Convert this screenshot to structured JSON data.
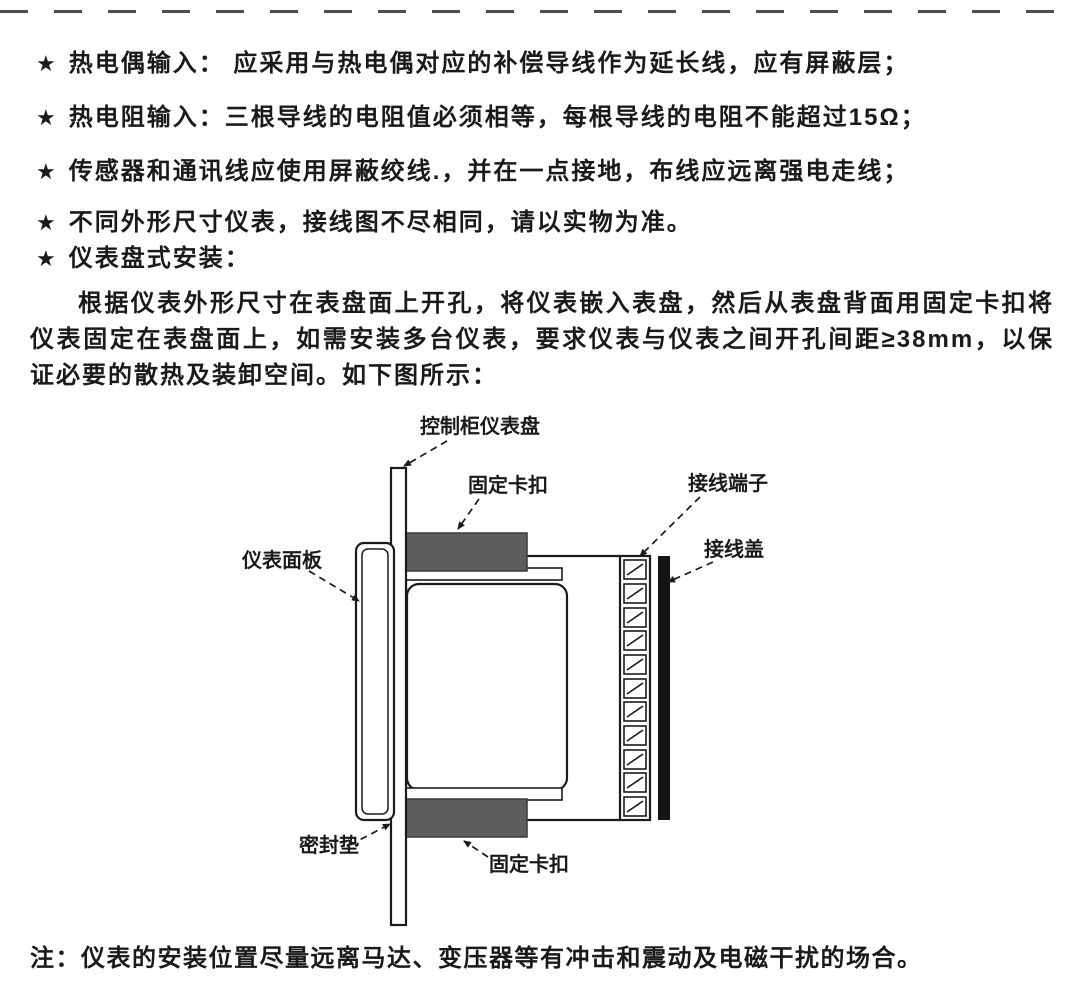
{
  "page": {
    "bullets": [
      {
        "marker": "★",
        "text": "热电偶输入： 应采用与热电偶对应的补偿导线作为延长线，应有屏蔽层；"
      },
      {
        "marker": "★",
        "text": "热电阻输入：三根导线的电阻值必须相等，每根导线的电阻不能超过15Ω；"
      },
      {
        "marker": "★",
        "text": "传感器和通讯线应使用屏蔽绞线.，并在一点接地，布线应远离强电走线；"
      },
      {
        "marker": "★",
        "text": "不同外形尺寸仪表，接线图不尽相同，请以实物为准。"
      },
      {
        "marker": "★",
        "text": "仪表盘式安装："
      }
    ],
    "paragraph": "根据仪表外形尺寸在表盘面上开孔，将仪表嵌入表盘，然后从表盘背面用固定卡扣将仪表固定在表盘面上，如需安装多台仪表，要求仪表与仪表之间开孔间距≥38mm，以保证必要的散热及装卸空间。如下图所示：",
    "note": "注：仪表的安装位置尽量远离马达、变压器等有冲击和震动及电磁干扰的场合。"
  },
  "diagram": {
    "labels": {
      "panel": "控制柜仪表盘",
      "clip_top": "固定卡扣",
      "terminal": "接线端子",
      "cover": "接线盖",
      "faceplate": "仪表面板",
      "gasket": "密封垫",
      "clip_bottom": "固定卡扣"
    },
    "colors": {
      "clip": "#5d5d5d",
      "cover": "#141414",
      "line": "#1a1a1a"
    }
  }
}
